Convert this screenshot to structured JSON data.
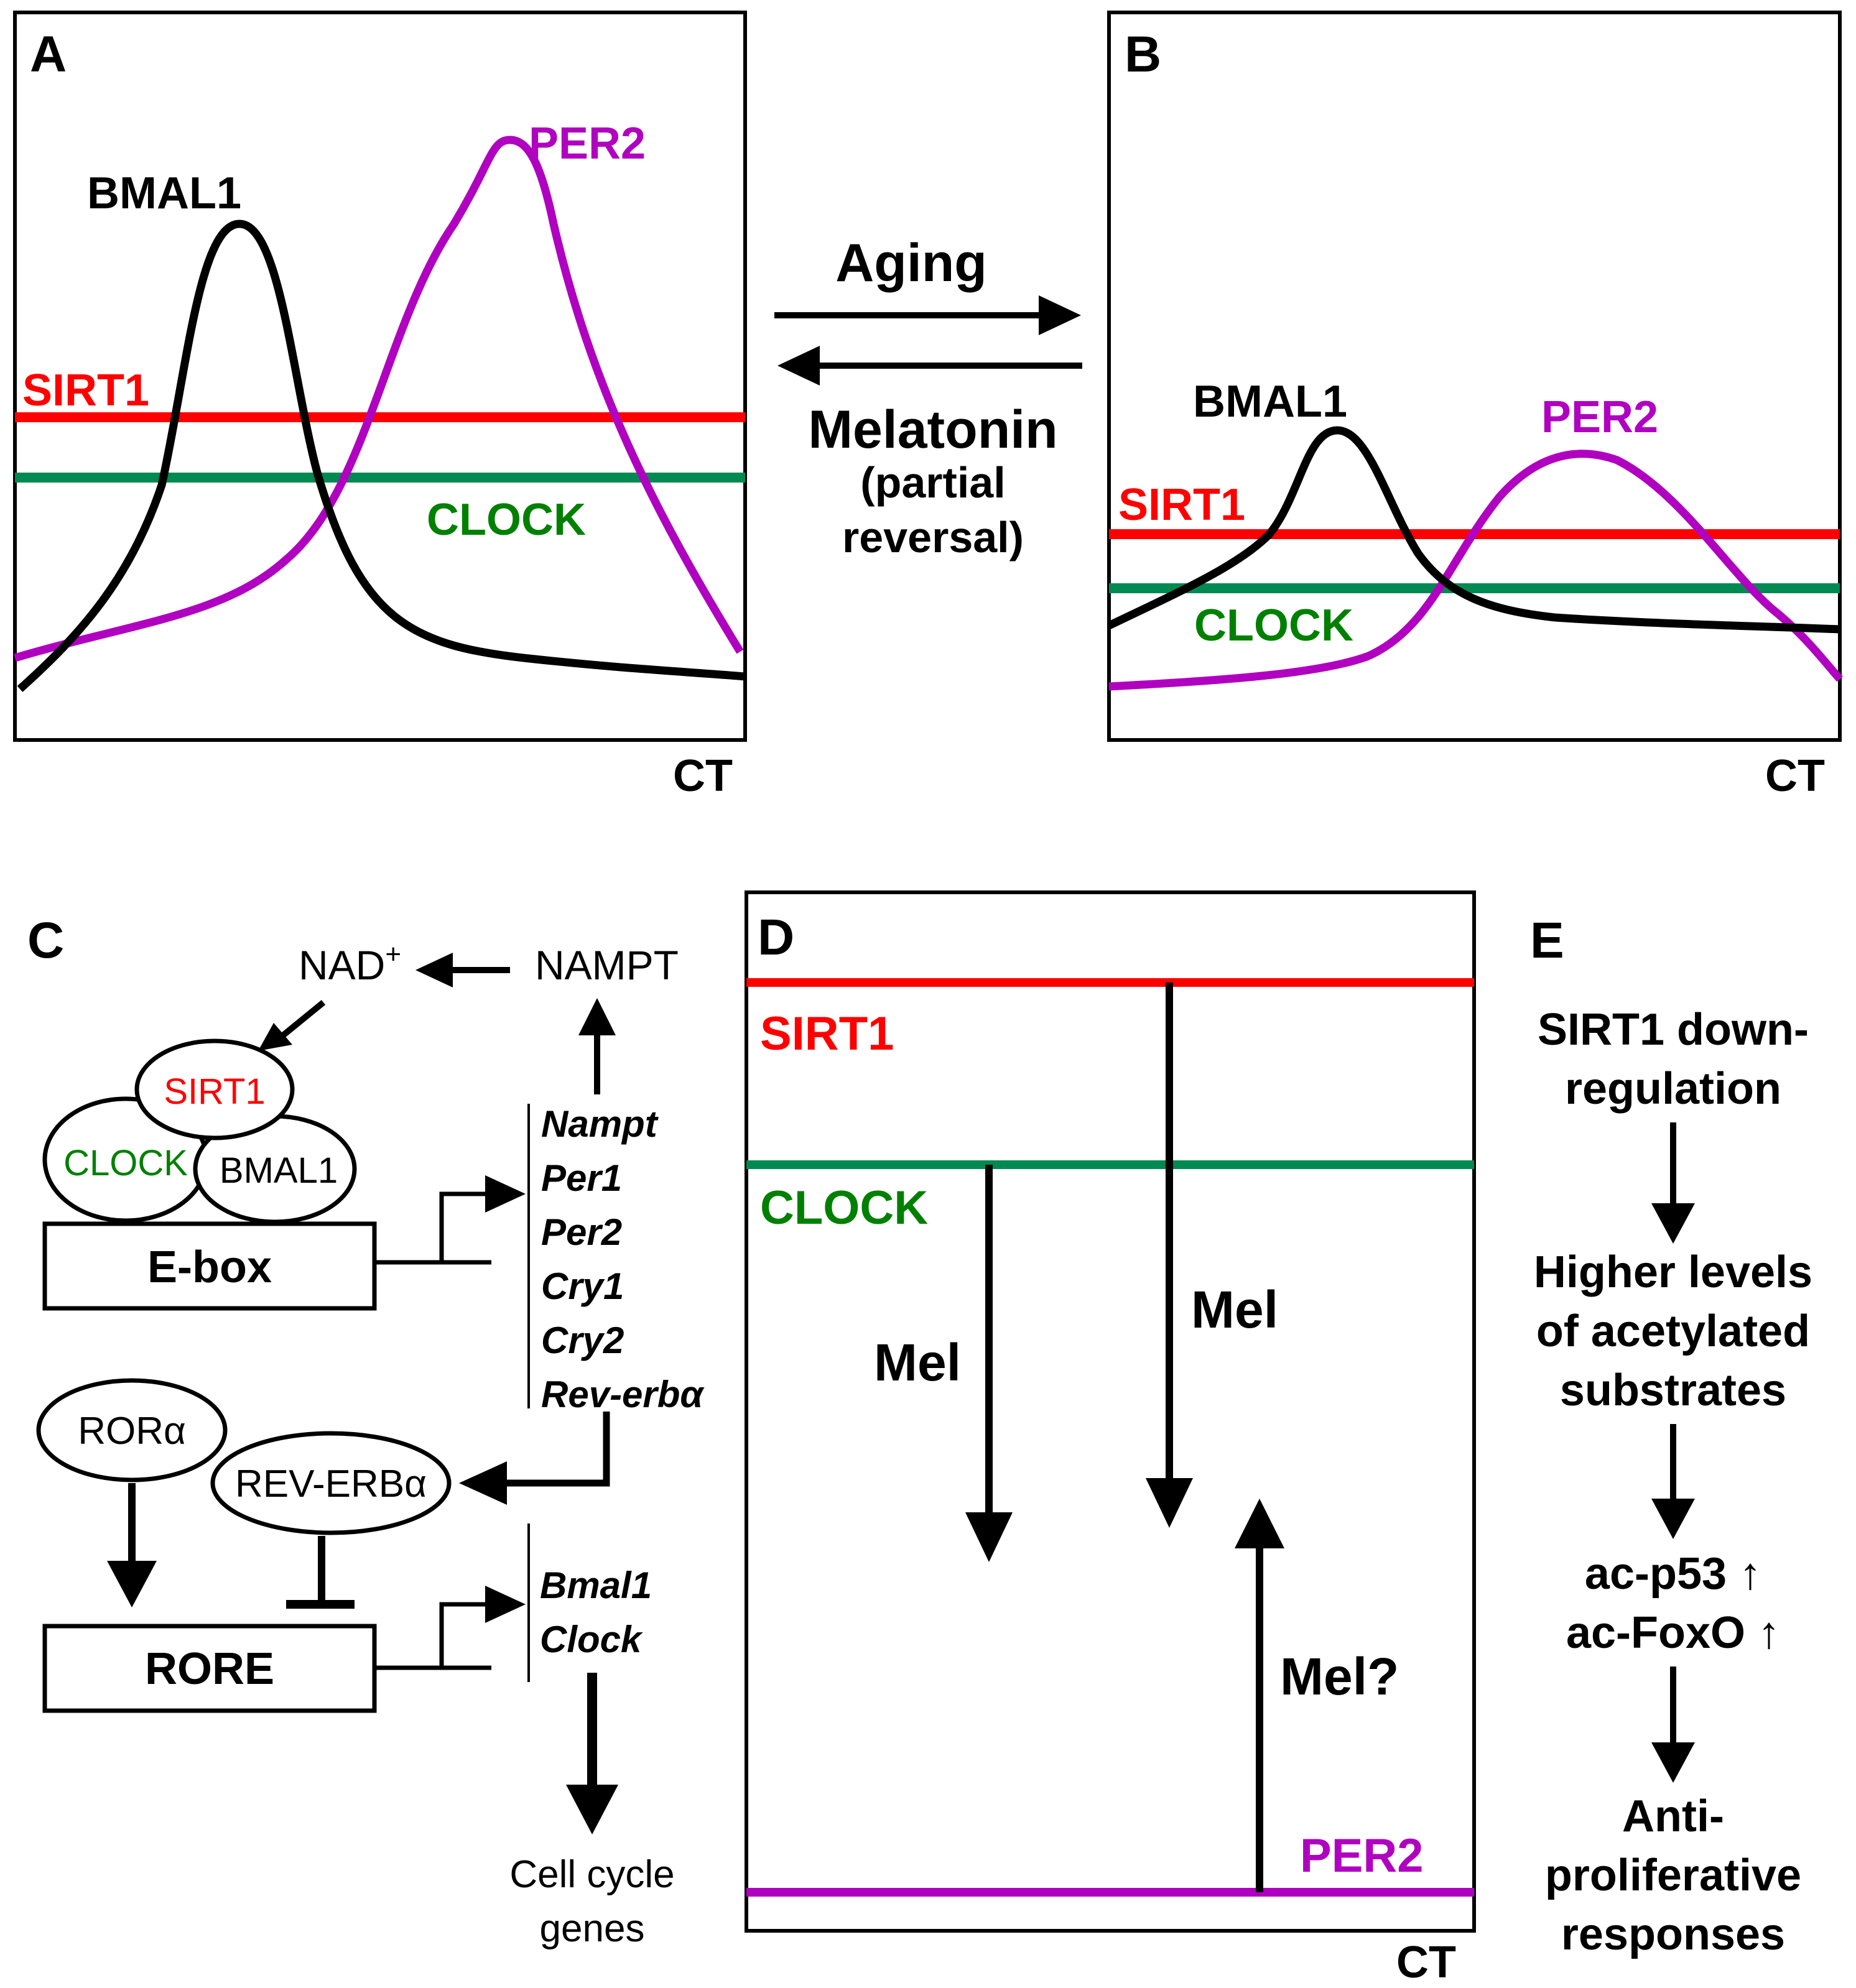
{
  "colors": {
    "black": "#000000",
    "sirt1": "#ff0000",
    "clock": "#008a52",
    "clock_text": "#008000",
    "per2": "#b000c0"
  },
  "panel_a": {
    "letter": "A",
    "bmal1": "BMAL1",
    "per2": "PER2",
    "sirt1": "SIRT1",
    "clock": "CLOCK",
    "axis": "CT"
  },
  "panel_b": {
    "letter": "B",
    "bmal1": "BMAL1",
    "per2": "PER2",
    "sirt1": "SIRT1",
    "clock": "CLOCK",
    "axis": "CT"
  },
  "middle": {
    "aging": "Aging",
    "melatonin": "Melatonin",
    "partial1": "(partial",
    "partial2": "reversal)"
  },
  "panel_c": {
    "letter": "C",
    "nad": "NAD",
    "nad_sup": "+",
    "nampt": "NAMPT",
    "sirt1": "SIRT1",
    "clock": "CLOCK",
    "bmal1": "BMAL1",
    "ebox": "E-box",
    "genes1": [
      "Nampt",
      "Per1",
      "Per2",
      "Cry1",
      "Cry2",
      "Rev-erbα"
    ],
    "ror": "RORα",
    "reverb": "REV-ERBα",
    "rore": "RORE",
    "genes2": [
      "Bmal1",
      "Clock"
    ],
    "cellcycle1": "Cell cycle",
    "cellcycle2": "genes"
  },
  "panel_d": {
    "letter": "D",
    "sirt1": "SIRT1",
    "clock": "CLOCK",
    "per2": "PER2",
    "mel1": "Mel",
    "mel2": "Mel",
    "mel3": "Mel?",
    "axis": "CT"
  },
  "panel_e": {
    "letter": "E",
    "step1": [
      "SIRT1 down-",
      "regulation"
    ],
    "step2": [
      "Higher levels",
      "of acetylated",
      "substrates"
    ],
    "step3": [
      "ac-p53 ↑",
      "ac-FoxO ↑"
    ],
    "step4": [
      "Anti-",
      "proliferative",
      "responses"
    ]
  }
}
